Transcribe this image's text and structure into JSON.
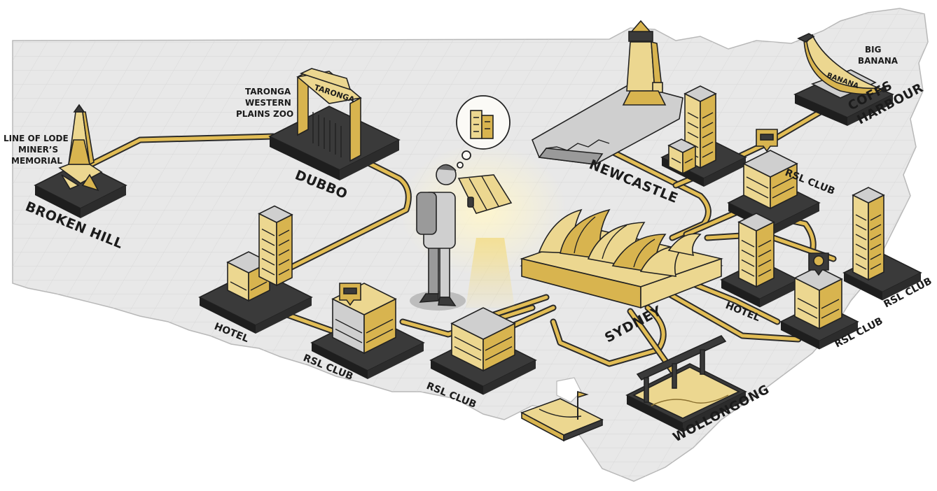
{
  "map": {
    "region_fill": "#e9e9e9",
    "accent": "#d8b44f",
    "accent_light": "#f0dc8f",
    "base_dark": "#2b2b2b"
  },
  "places": {
    "broken_hill": "BROKEN HILL",
    "dubbo": "DUBBO",
    "newcastle": "NEWCASTLE",
    "coffs_harbour_1": "COFFS",
    "coffs_harbour_2": "HARBOUR",
    "sydney": "SYDNEY",
    "wollongong": "WOLLONGONG"
  },
  "landmarks": {
    "memorial_1": "LINE OF LODE",
    "memorial_2": "MINER’S",
    "memorial_3": "MEMORIAL",
    "zoo_1": "TARONGA",
    "zoo_2": "WESTERN",
    "zoo_3": "PLAINS ZOO",
    "zoo_sign": "TARONGA",
    "banana_1": "BIG",
    "banana_2": "BANANA",
    "banana_sign": "BANANA"
  },
  "venues": {
    "hotel_west": "HOTEL",
    "rsl_1": "RSL CLUB",
    "rsl_2": "RSL CLUB",
    "rsl_north": "RSL CLUB",
    "hotel_east": "HOTEL",
    "rsl_east": "RSL CLUB",
    "rsl_far_east": "RSL CLUB"
  },
  "icons": {
    "traveller": "backpacker-with-map-icon",
    "thought": "building-thought-bubble-icon",
    "bed_pin": "bed-pin-icon",
    "dining_pin": "dining-pin-icon",
    "lighthouse": "lighthouse-icon",
    "opera_house": "opera-house-icon",
    "bridge": "bridge-icon",
    "parliament": "parliament-house-icon"
  }
}
